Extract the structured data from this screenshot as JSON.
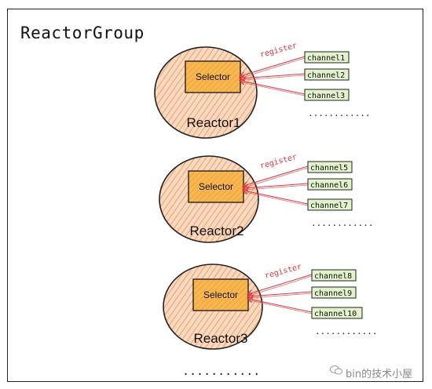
{
  "title": "ReactorGroup",
  "selector_label": "Selector",
  "register_label": "register",
  "reactors": [
    {
      "name": "Reactor1",
      "channels": [
        "channel1",
        "channel2",
        "channel3"
      ],
      "more": "............"
    },
    {
      "name": "Reactor2",
      "channels": [
        "channel5",
        "channel6",
        "channel7"
      ],
      "more": "............"
    },
    {
      "name": "Reactor3",
      "channels": [
        "channel8",
        "channel9",
        "channel10"
      ],
      "more": "............"
    }
  ],
  "more_reactors": "...........",
  "watermark": "bin的技术小屋",
  "colors": {
    "reactor_fill": "#f6c7a3",
    "reactor_hatch": "#ec8a4d",
    "selector_fill": "#f6b24d",
    "channel_fill": "#dff0c8",
    "register_arrow": "#d9363e"
  }
}
